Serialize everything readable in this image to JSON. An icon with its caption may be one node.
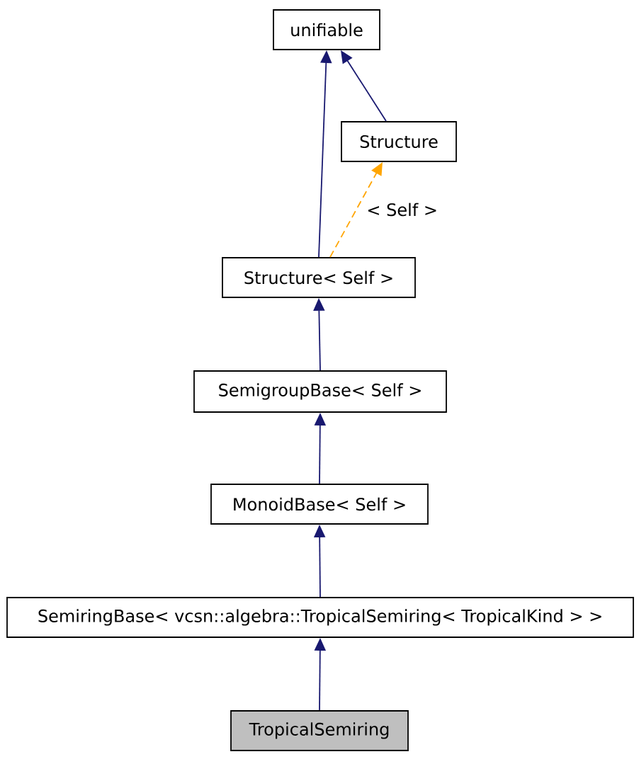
{
  "diagram": {
    "nodes": [
      {
        "text": [
          "unifiable"
        ]
      },
      {
        "text": [
          "Structure"
        ]
      },
      {
        "text": [
          "Structure< Self >"
        ]
      },
      {
        "text": [
          "SemigroupBase< Self >"
        ]
      },
      {
        "text": [
          "MonoidBase< Self >"
        ]
      },
      {
        "text": [
          "SemiringBase< vcsn::algebra::TropicalSemiring< TropicalKind > >"
        ]
      },
      {
        "text": [
          "TropicalSemiring"
        ]
      }
    ],
    "edges": [
      {
        "from": 1,
        "to": 0,
        "arrow": "to"
      },
      {
        "from": 2,
        "to": 0,
        "arrow": "to"
      },
      {
        "from": 2,
        "to": 1,
        "arrow": "to",
        "label": "< Self >",
        "style": "dashed",
        "color": "#ffa500"
      },
      {
        "from": 3,
        "to": 2,
        "arrow": "to"
      },
      {
        "from": 4,
        "to": 3,
        "arrow": "to"
      },
      {
        "from": 5,
        "to": 4,
        "arrow": "to"
      },
      {
        "from": 6,
        "to": 5,
        "arrow": "to"
      }
    ]
  }
}
